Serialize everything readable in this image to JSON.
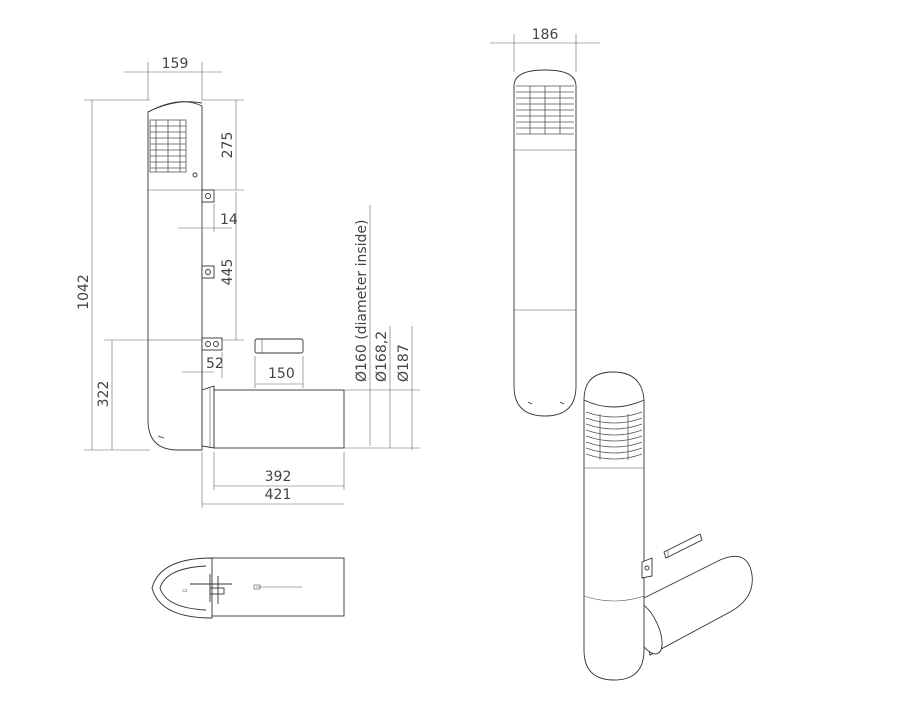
{
  "dimensions": {
    "width_top_159": "159",
    "width_top_186": "186",
    "h_275": "275",
    "h_1042": "1042",
    "bracket_14": "14",
    "h_445": "445",
    "h_322": "322",
    "w_52": "52",
    "w_150": "150",
    "l_392": "392",
    "l_421": "421",
    "d_160": "Ø160 (diameter inside)",
    "d_168": "Ø168,2",
    "d_187": "Ø187"
  },
  "colors": {
    "line": "#333333",
    "dimension": "#666666",
    "background": "#ffffff"
  }
}
